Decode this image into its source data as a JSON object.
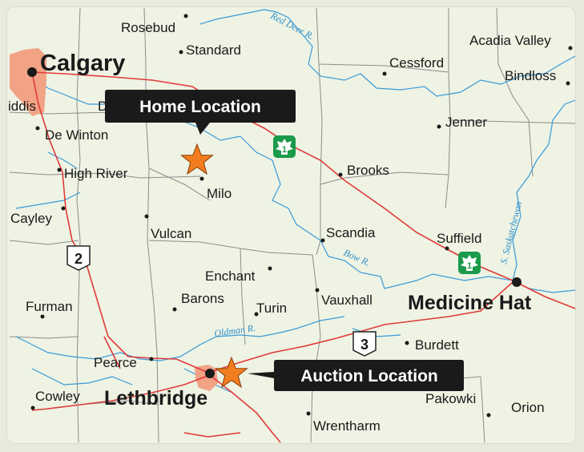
{
  "colors": {
    "background": "#eef3e3",
    "road": "#e03a3a",
    "boundary": "#8c8c8c",
    "river": "#3a9ad9",
    "urban": "#f2a385",
    "callout": "#1a1a1a",
    "star": "#f27d20",
    "tch_shield": "#1a9a4a"
  },
  "cities": {
    "calgary": "Calgary",
    "lethbridge": "Lethbridge",
    "medicine_hat": "Medicine Hat"
  },
  "towns": {
    "rosebud": "Rosebud",
    "standard": "Standard",
    "cessford": "Cessford",
    "acadia_valley": "Acadia Valley",
    "bindloss": "Bindloss",
    "okotoks": "iddis",
    "de_partial": "D",
    "de_winton": "De Winton",
    "jenner": "Jenner",
    "high_river": "High River",
    "brooks": "Brooks",
    "milo": "Milo",
    "cayley": "Cayley",
    "vulcan": "Vulcan",
    "scandia": "Scandia",
    "suffield": "Suffield",
    "enchant": "Enchant",
    "barons": "Barons",
    "turin": "Turin",
    "vauxhall": "Vauxhall",
    "furman": "Furman",
    "burdett": "Burdett",
    "pearce": "Pearce",
    "cowley": "Cowley",
    "pakowki": "Pakowki",
    "orion": "Orion",
    "wrentham": "Wrentharm"
  },
  "rivers": {
    "red_deer": "Red Deer R.",
    "bow": "Bow R.",
    "oldman": "Oldman R.",
    "s_saskatchewan": "S. Saskatchewan"
  },
  "highways": {
    "hwy2": "2",
    "hwy3": "3",
    "tch1": "1",
    "tch1b": "1"
  },
  "callouts": {
    "home": "Home Location",
    "auction": "Auction Location"
  },
  "icons": {
    "home_marker": "star-icon",
    "auction_marker": "star-icon",
    "tch_shield": "maple-leaf-shield-icon"
  }
}
